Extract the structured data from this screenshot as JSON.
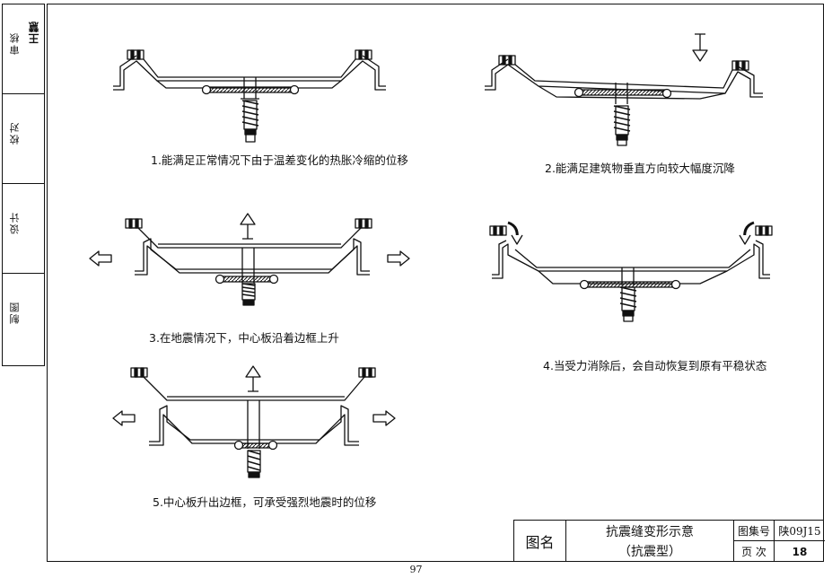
{
  "sidebar": [
    {
      "label": "审核",
      "sign": "王慧"
    },
    {
      "label": "校对",
      "sign": ""
    },
    {
      "label": "设计",
      "sign": ""
    },
    {
      "label": "制图",
      "sign": ""
    }
  ],
  "captions": {
    "c1": "1.能满足正常情况下由于温差变化的热胀冷缩的位移",
    "c2": "2.能满足建筑物垂直方向较大幅度沉降",
    "c3": "3.在地震情况下，中心板沿着边框上升",
    "c4": "4.当受力消除后，会自动恢复到原有平稳状态",
    "c5": "5.中心板升出边框，可承受强烈地震时的位移"
  },
  "title_block": {
    "label_title": "图名",
    "title_line1": "抗震缝变形示意",
    "title_line2": "（抗震型）",
    "label_atlas": "图集号",
    "atlas_no": "陕09J15",
    "label_page": "页  次",
    "page": "18"
  },
  "page_number": "97"
}
